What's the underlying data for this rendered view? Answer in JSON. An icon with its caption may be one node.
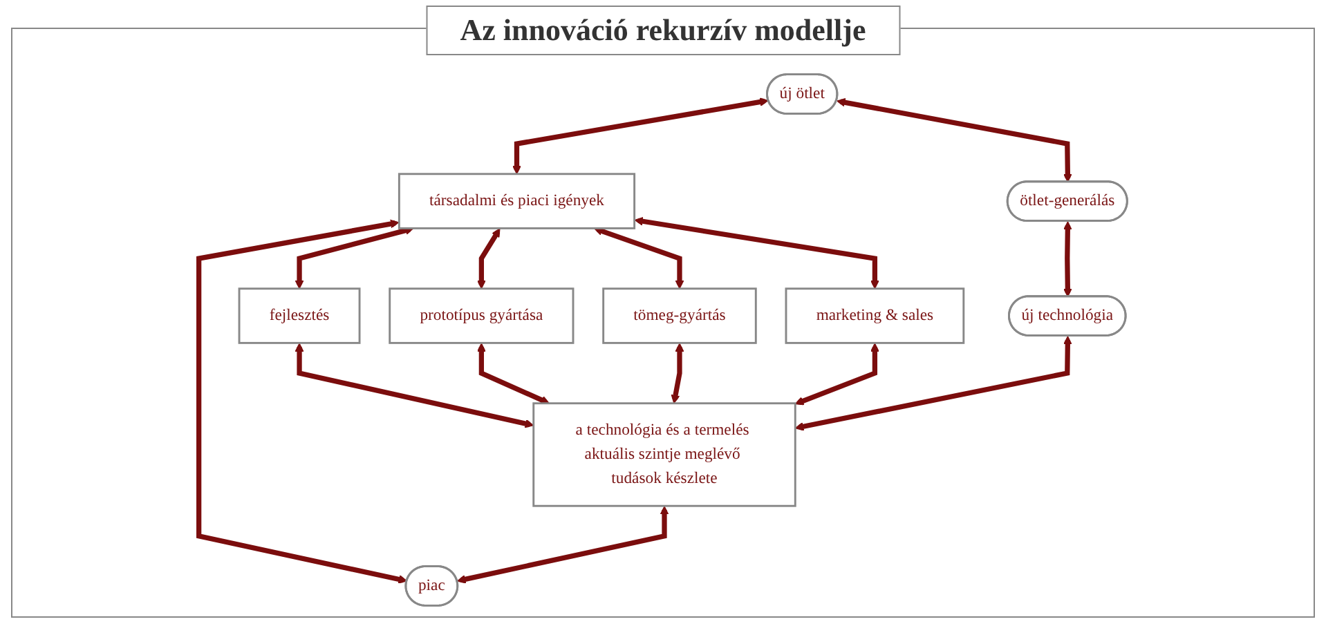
{
  "diagram": {
    "title": "Az innováció rekurzív modellje",
    "nodes": [
      {
        "text": [
          "új ötlet"
        ]
      },
      {
        "text": [
          "társadalmi és piaci igények"
        ]
      },
      {
        "text": [
          "ötlet-generálás"
        ]
      },
      {
        "text": [
          "fejlesztés"
        ]
      },
      {
        "text": [
          "prototípus gyártása"
        ]
      },
      {
        "text": [
          "tömeg-gyártás"
        ]
      },
      {
        "text": [
          "marketing & sales"
        ]
      },
      {
        "text": [
          "piac"
        ]
      },
      {
        "text": [
          "új technológia"
        ]
      },
      {
        "text": [
          "a technológia és a termelés aktuális szintje meglévő tudások készlete"
        ]
      }
    ],
    "edges": [
      {
        "from": 0,
        "to": 1,
        "arrow": "both"
      },
      {
        "from": 1,
        "to": 7,
        "arrow": "both"
      },
      {
        "from": 0,
        "to": 2,
        "arrow": "both"
      },
      {
        "from": 1,
        "to": 3,
        "arrow": "both"
      },
      {
        "from": 1,
        "to": 4,
        "arrow": "both"
      },
      {
        "from": 1,
        "to": 5,
        "arrow": "both"
      },
      {
        "from": 1,
        "to": 6,
        "arrow": "both"
      },
      {
        "from": 2,
        "to": 8,
        "arrow": "both"
      },
      {
        "from": 3,
        "to": 9,
        "arrow": "both"
      },
      {
        "from": 4,
        "to": 9,
        "arrow": "both"
      },
      {
        "from": 5,
        "to": 9,
        "arrow": "both"
      },
      {
        "from": 6,
        "to": 9,
        "arrow": "both"
      },
      {
        "from": 8,
        "to": 9,
        "arrow": "both"
      },
      {
        "from": 9,
        "to": 7,
        "arrow": "both"
      }
    ]
  }
}
